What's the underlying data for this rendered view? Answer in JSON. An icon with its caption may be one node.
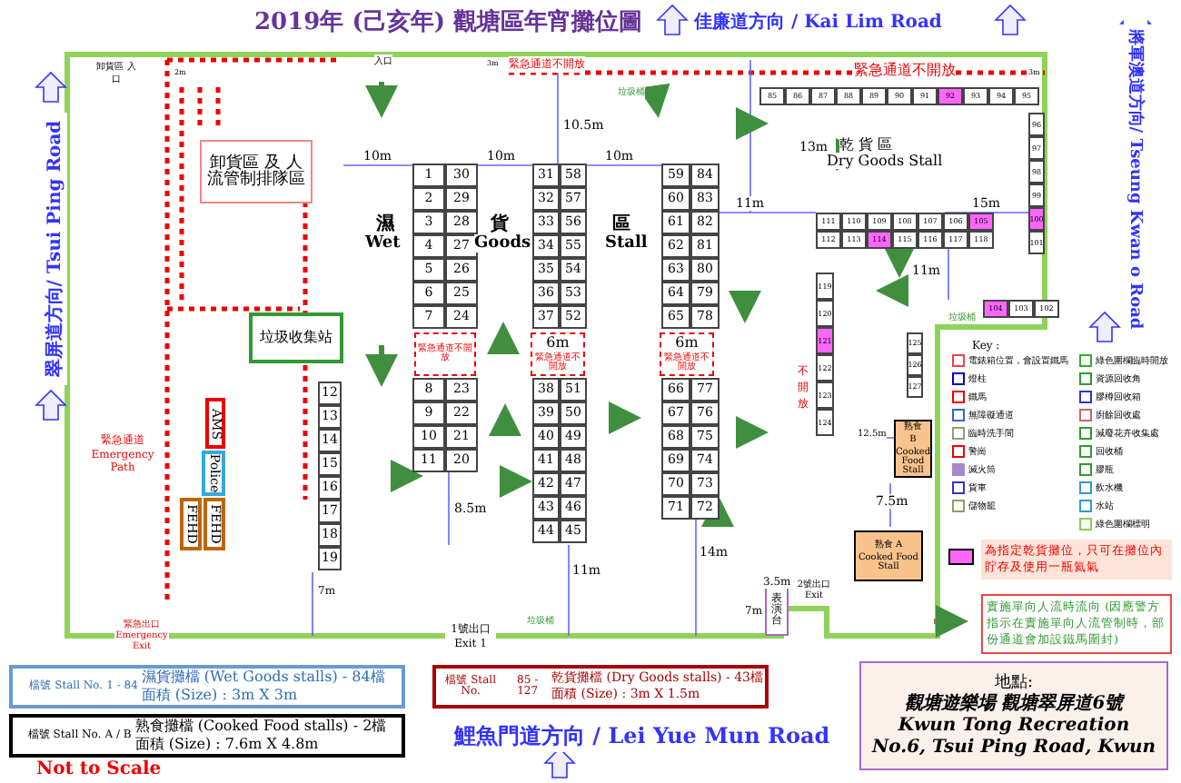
{
  "diagram": {
    "title": "2019年 (己亥年) 觀塘區年宵攤位圖",
    "nodes": [
      {
        "text": [
          "卸貨區 及 人流管制排隊區"
        ]
      },
      {
        "text": [
          "垃圾收集站"
        ]
      },
      {
        "text": [
          "AMS"
        ]
      },
      {
        "text": [
          "Police"
        ]
      },
      {
        "text": [
          "FEHD"
        ]
      },
      {
        "text": [
          "FEHD"
        ]
      },
      {
        "text": [
          "熟食",
          "B",
          "Cooked Food Stall"
        ]
      },
      {
        "text": [
          "熟食 A",
          "Cooked Food Stall"
        ]
      },
      {
        "text": [
          "表演台"
        ]
      },
      {
        "text": [
          "檔號 Stall No.",
          "1 - 84",
          "濕貨攤檔 (Wet Goods stalls) - 84檔",
          "面積 (Size) : 3m X 3m"
        ]
      },
      {
        "text": [
          "檔號 Stall No.",
          "A / B",
          "熟食攤檔 (Cooked Food stalls) - 2檔",
          "面積 (Size) : 7.6m X 4.8m"
        ]
      },
      {
        "text": [
          "檔號 Stall No.",
          "85 - 127",
          "乾貨攤檔 (Dry Goods stalls) - 43檔",
          "面積 (Size) : 3m X 1.5m"
        ]
      },
      {
        "text": [
          "地點:",
          "觀塘遊樂場 觀塘翠屏道6號",
          "Kwun Tong Recreation",
          "No.6, Tsui Ping Road, Kwun"
        ]
      },
      {
        "text": [
          "緊急通道不開放"
        ]
      },
      {
        "text": [
          "6m",
          "緊急通道不開放"
        ]
      },
      {
        "text": [
          "6m",
          "緊急通道不開放"
        ]
      }
    ],
    "labels": [
      "1",
      "2",
      "3",
      "4",
      "5",
      "6",
      "7",
      "8",
      "9",
      "10",
      "11",
      "12",
      "13",
      "14",
      "15",
      "16",
      "17",
      "18",
      "19",
      "20",
      "21",
      "22",
      "23",
      "24",
      "25",
      "26",
      "27",
      "28",
      "29",
      "30",
      "31",
      "32",
      "33",
      "34",
      "35",
      "36",
      "37",
      "38",
      "39",
      "40",
      "41",
      "42",
      "43",
      "44",
      "45",
      "46",
      "47",
      "48",
      "49",
      "50",
      "51",
      "52",
      "53",
      "54",
      "55",
      "56",
      "57",
      "58",
      "59",
      "60",
      "61",
      "62",
      "63",
      "64",
      "65",
      "66",
      "67",
      "68",
      "69",
      "70",
      "71",
      "72",
      "73",
      "74",
      "75",
      "76",
      "77",
      "78",
      "79",
      "80",
      "81",
      "82",
      "83",
      "84",
      "85",
      "86",
      "87",
      "88",
      "89",
      "90",
      "91",
      "92",
      "93",
      "94",
      "95",
      "96",
      "97",
      "98",
      "99",
      "100",
      "101",
      "102",
      "103",
      "104",
      "105",
      "106",
      "107",
      "108",
      "109",
      "110",
      "111",
      "112",
      "113",
      "114",
      "115",
      "116",
      "117",
      "118",
      "119",
      "120",
      "121",
      "122",
      "123",
      "124",
      "125",
      "126",
      "127",
      "佳廉道方向 / Kai Lim Road",
      "將軍澳道方向/ Tseung Kwan o Road",
      "翠屏道方向/ Tsui Ping Road",
      "鯉魚門道方向 / Lei Yue Mun Road",
      "Not to Scale",
      "卸貨區 入口",
      "入口",
      "緊急通道不開放",
      "緊急通道不開放",
      "垃圾桶",
      "濕",
      "Wet",
      "貨",
      "Goods",
      "區",
      "Stall",
      "乾 貨 區",
      "Dry Goods Stall",
      "2m",
      "3m",
      "3m",
      "10m",
      "10m",
      "10.5m",
      "10m",
      "11m",
      "13m",
      "15m",
      "11m",
      "8.5m",
      "7m",
      "11m",
      "14m",
      "12.5m",
      "7.5m",
      "3.5m",
      "7m",
      "緊急通道 Emergency Path",
      "緊急出口 Emergency Exit",
      "1號出口 Exit 1",
      "2號出口 Exit",
      "不開放",
      "垃圾桶",
      "垃圾桶",
      "Key :"
    ],
    "legend": [
      {
        "text": "電錶箱位置，會設置鐵馬"
      },
      {
        "text": "燈柱"
      },
      {
        "text": "鐵馬"
      },
      {
        "text": "無障礙通道"
      },
      {
        "text": "臨時洗手間"
      },
      {
        "text": "警崗"
      },
      {
        "text": "滅火筒"
      },
      {
        "text": "貨車"
      },
      {
        "text": "儲物籠"
      },
      {
        "text": "綠色圍欄臨時開放"
      },
      {
        "text": "資源回收角"
      },
      {
        "text": "膠樽回收箱"
      },
      {
        "text": "廚餘回收處"
      },
      {
        "text": "減廢花卉收集處"
      },
      {
        "text": "回收桶"
      },
      {
        "text": "膠瓶"
      },
      {
        "text": "飲水機"
      },
      {
        "text": "水站"
      },
      {
        "text": "綠色圍欄標明"
      },
      {
        "text": "為指定乾貨攤位，只可在攤位內貯存及使用一瓶氦氣",
        "color": "#ff66ff"
      },
      {
        "text": "實施單向人流時流向 (因應警方指示在實施單向人流管制時，部份通道會加設鐵馬圍封)"
      }
    ]
  }
}
